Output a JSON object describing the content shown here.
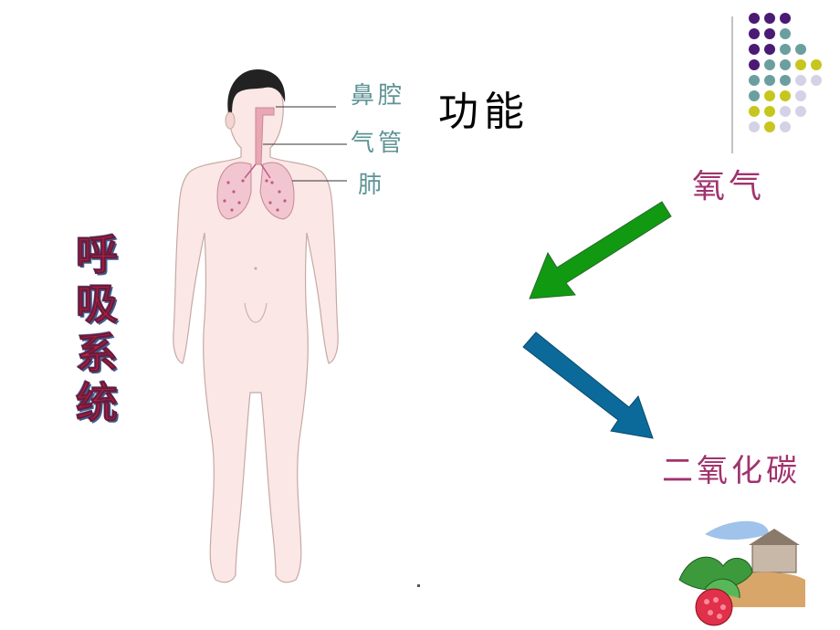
{
  "title": "功能",
  "organs": {
    "nose": "鼻腔",
    "trachea": "气管",
    "lung": "肺"
  },
  "system_title_chars": [
    "呼",
    "吸",
    "系",
    "统"
  ],
  "gases": {
    "oxygen": "氧气",
    "co2": "二氧化碳"
  },
  "colors": {
    "arrow_in": "#119911",
    "arrow_out": "#0b6a9a",
    "gas_text": "#a0336e",
    "organ_text": "#5f9395",
    "dot_purple": "#4b1a74",
    "dot_teal": "#6b9f9f",
    "dot_olive": "#c6c61e",
    "dot_lavender": "#d4d2e6"
  },
  "icons": [
    "human-body-figure-icon",
    "raspberry-farm-clipart-icon"
  ]
}
